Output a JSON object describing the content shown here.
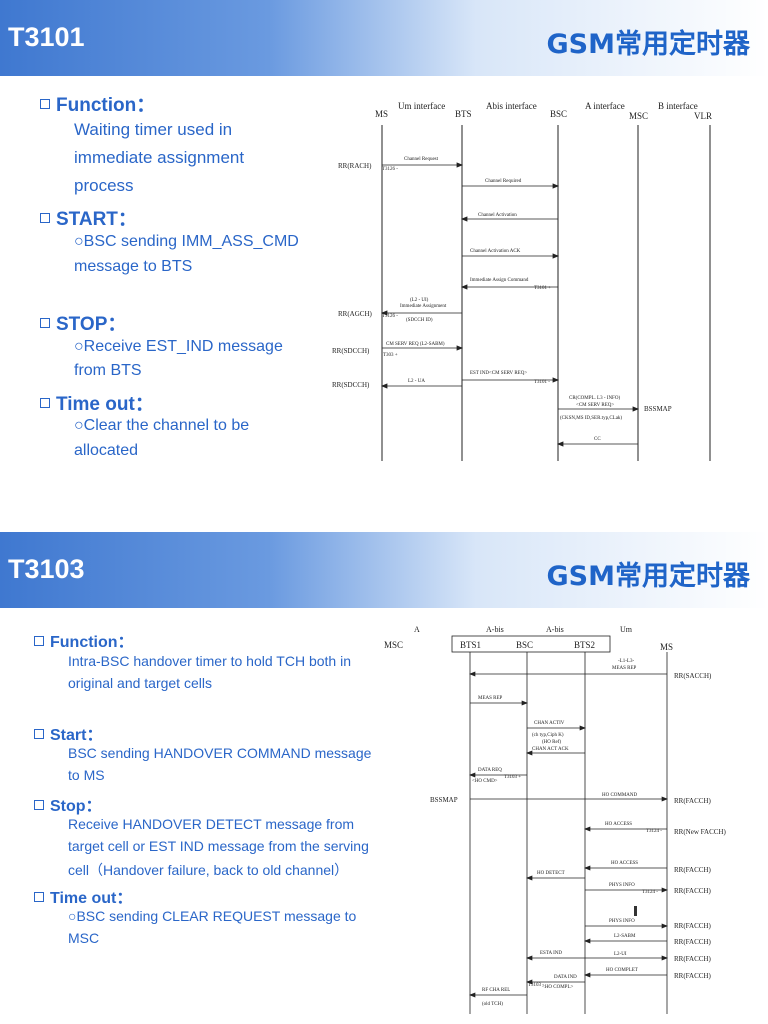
{
  "slide1": {
    "title": "T3101",
    "brand": "GSM常用定时器",
    "function_heading": "Function：",
    "function_lines": [
      "Waiting timer used in",
      "immediate assignment",
      "process"
    ],
    "start_heading": "START：",
    "start_lines": [
      "○BSC sending IMM_ASS_CMD",
      "message to BTS"
    ],
    "stop_heading": "STOP：",
    "stop_lines": [
      "○Receive EST_IND message",
      "from BTS"
    ],
    "timeout_heading": "Time out：",
    "timeout_lines": [
      "○Clear the channel to be",
      "allocated"
    ],
    "diagram": {
      "entities": [
        "MS",
        "BTS",
        "BSC",
        "MSC",
        "VLR"
      ],
      "interfaces": [
        "Um interface",
        "Abis interface",
        "A interface",
        "B interface"
      ],
      "left_labels": [
        "RR(RACH)",
        "RR(AGCH)",
        "RR(SDCCH)",
        "RR(SDCCH)"
      ],
      "messages": [
        "Channel Request",
        "Channel Required",
        "Channel Activation",
        "Channel Activation ACK",
        "Immediate Assign Command",
        "(L2 - UI)",
        "Immediate Assignment",
        "(SDCCH ID)",
        "CM SERV REQ (L2-SABM)",
        "EST IND<CM SERV REQ>",
        "L2 - UA",
        "CR(COMPL. L3 - INFO)",
        "<CM SERV REQ>",
        "(CKSN,MS ID,SER.typ,CLak)",
        "CC",
        "BSSMAP"
      ],
      "timers": [
        "T3126 -",
        "T3101 +",
        "T3126 -",
        "T3101 -",
        "T303 +"
      ]
    }
  },
  "slide2": {
    "title": "T3103",
    "brand": "GSM常用定时器",
    "function_heading": "Function：",
    "function_lines": [
      "Intra-BSC handover timer to hold TCH both in",
      "original and target cells"
    ],
    "start_heading": "Start：",
    "start_lines": [
      "BSC sending HANDOVER COMMAND message",
      "to MS"
    ],
    "stop_heading": "Stop：",
    "stop_lines": [
      "Receive HANDOVER DETECT message from",
      "target cell or EST IND message from the serving",
      "cell（Handover failure, back to old channel）"
    ],
    "timeout_heading": "Time out：",
    "timeout_lines": [
      "○BSC sending CLEAR REQUEST message to",
      "MSC"
    ],
    "diagram": {
      "entities": [
        "MSC",
        "BTS1",
        "BSC",
        "BTS2",
        "MS"
      ],
      "interfaces": [
        "A",
        "A-bis",
        "A-bis",
        "Um"
      ],
      "right_labels": [
        "RR(SACCH)",
        "RR(FACCH)",
        "RR(New FACCH)",
        "RR(FACCH)",
        "RR(FACCH)",
        "RR(FACCH)",
        "RR(FACCH)",
        "RR(FACCH)",
        "RR(FACCH)"
      ],
      "messages": [
        "-L1-L3-",
        "MEAS REP",
        "MEAS REP",
        "CHAN ACTIV",
        "(ch typ,Ciph K)",
        "(HO Ref)",
        "CHAN ACT ACK",
        "DATA REQ",
        "<HO CMD>",
        "HO COMMAND",
        "HO ACCESS",
        "HO ACCESS",
        "HO DETECT",
        "PHYS INFO",
        "PHYS INFO",
        "L2-SABM",
        "L2-UI",
        "ESTA IND",
        "HO COMPLET",
        "DATA IND",
        "<HO COMPL>",
        "RF CHA REL",
        "(old TCH)",
        "BSSMAP"
      ],
      "timers": [
        "T3103 +",
        "T3124 -",
        "T3124 -",
        "T3103 -"
      ]
    }
  }
}
